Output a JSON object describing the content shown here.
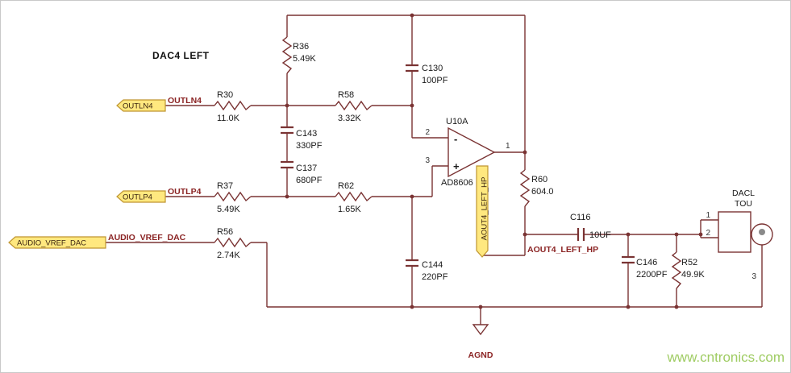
{
  "page": {
    "title": "DAC4 LEFT",
    "watermark": "www.cntronics.com"
  },
  "colors": {
    "wire": "#7a3333",
    "tag_fill": "#ffe87f",
    "tag_border": "#bf9530",
    "net_text": "#8b2424",
    "watermark": "#9fcc63"
  },
  "ports": {
    "outln4": {
      "label": "OUTLN4"
    },
    "outlp4": {
      "label": "OUTLP4"
    },
    "vref": {
      "label": "AUDIO_VREF_DAC"
    },
    "aout": {
      "label": "AOUT4_LEFT_HP"
    }
  },
  "net_labels": {
    "outln4": "OUTLN4",
    "outlp4": "OUTLP4",
    "vref": "AUDIO_VREF_DAC",
    "aout": "AOUT4_LEFT_HP",
    "agnd": "AGND"
  },
  "components": {
    "R36": {
      "ref": "R36",
      "value": "5.49K"
    },
    "R30": {
      "ref": "R30",
      "value": "11.0K"
    },
    "R58": {
      "ref": "R58",
      "value": "3.32K"
    },
    "R37": {
      "ref": "R37",
      "value": "5.49K"
    },
    "R62": {
      "ref": "R62",
      "value": "1.65K"
    },
    "R56": {
      "ref": "R56",
      "value": "2.74K"
    },
    "R60": {
      "ref": "R60",
      "value": "604.0"
    },
    "R52": {
      "ref": "R52",
      "value": "49.9K"
    },
    "C130": {
      "ref": "C130",
      "value": "100PF"
    },
    "C143": {
      "ref": "C143",
      "value": "330PF"
    },
    "C137": {
      "ref": "C137",
      "value": "680PF"
    },
    "C144": {
      "ref": "C144",
      "value": "220PF"
    },
    "C116": {
      "ref": "C116",
      "value": "10UF"
    },
    "C146": {
      "ref": "C146",
      "value": "2200PF"
    }
  },
  "opamp": {
    "ref": "U10A",
    "part": "AD8606",
    "minus": "-",
    "plus": "+",
    "pins": {
      "inv": "2",
      "noninv": "3",
      "out": "1"
    }
  },
  "connector": {
    "title_line1": "DACL",
    "title_line2": "TOU",
    "pins": {
      "p1": "1",
      "p2": "2",
      "p3": "3"
    }
  }
}
